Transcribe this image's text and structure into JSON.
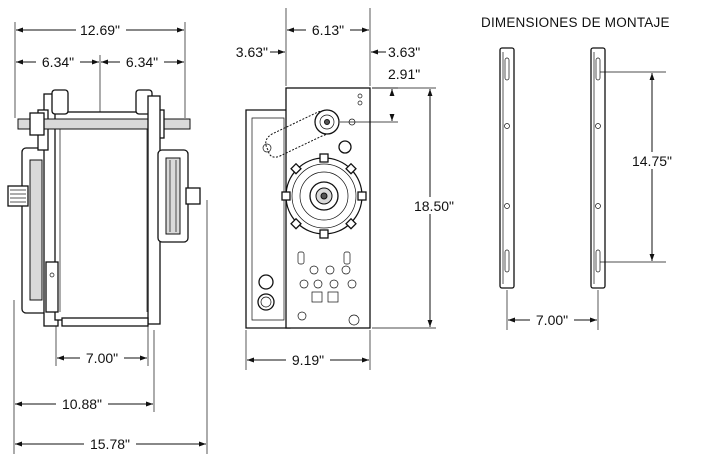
{
  "title": "DIMENSIONES DE MONTAJE",
  "side_view": {
    "overall_top": "12.69\"",
    "half_left": "6.34\"",
    "half_right": "6.34\"",
    "bottom_1": "7.00\"",
    "bottom_2": "10.88\"",
    "bottom_3": "15.78\""
  },
  "front_view": {
    "left_offset": "3.63\"",
    "top_width": "6.13\"",
    "right_offset": "3.63\"",
    "sprocket_height": "2.91\"",
    "height": "18.50\"",
    "width": "9.19\""
  },
  "rails": {
    "hole_spacing": "14.75\"",
    "rail_spacing": "7.00\""
  }
}
